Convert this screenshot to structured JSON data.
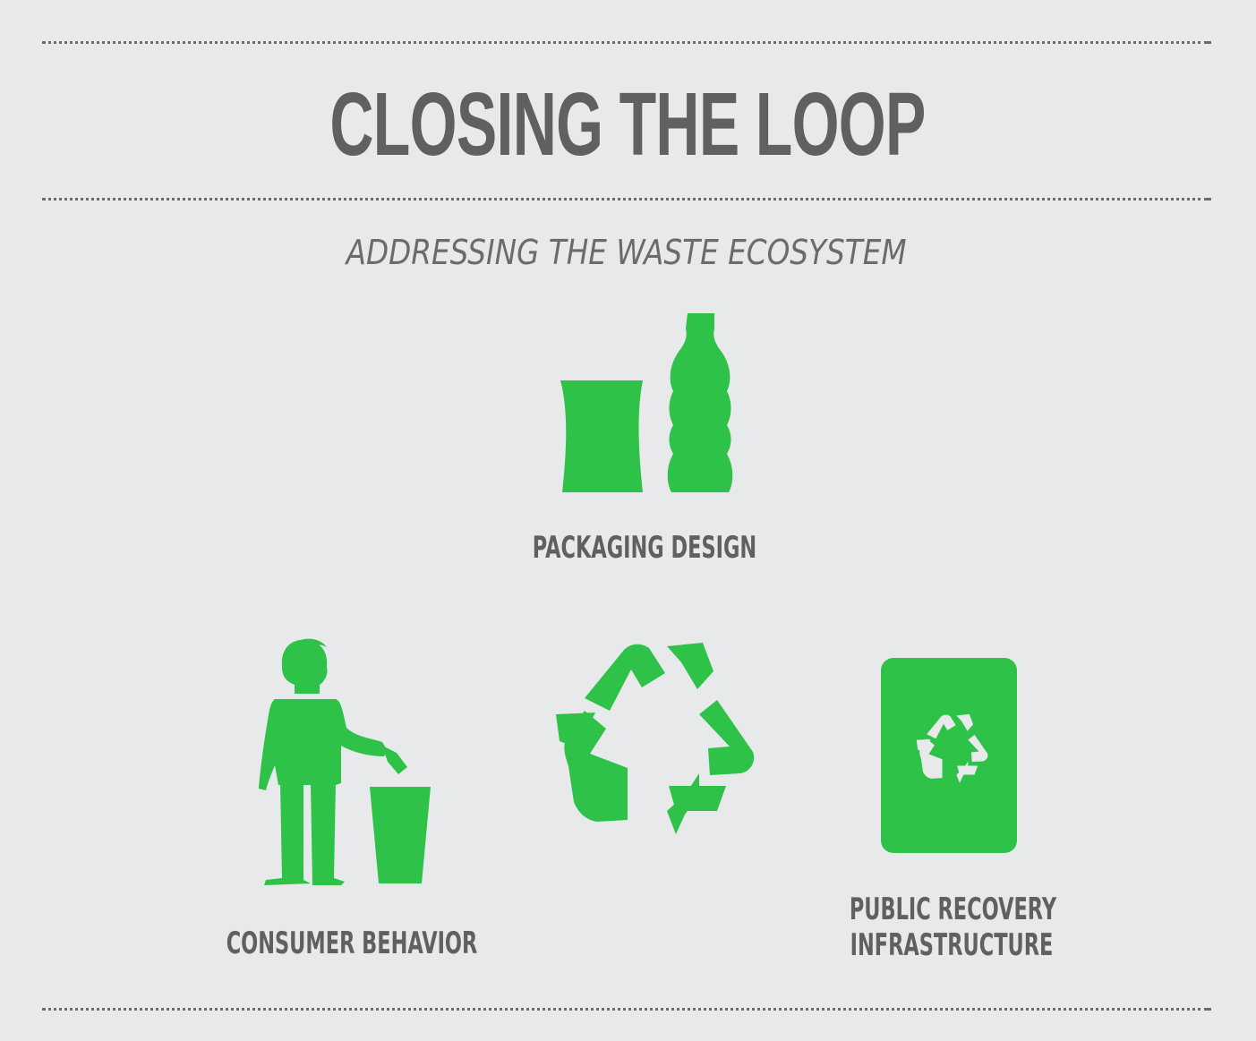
{
  "title": "CLOSING THE LOOP",
  "subtitle": "ADDRESSING THE WASTE ECOSYSTEM",
  "nodes": {
    "packaging": {
      "label": "PACKAGING DESIGN",
      "icon": "packaging-icon"
    },
    "consumer": {
      "label": "CONSUMER BEHAVIOR",
      "icon": "person-trash-icon"
    },
    "recycle": {
      "icon": "recycle-icon"
    },
    "public": {
      "label_line1": "PUBLIC RECOVERY",
      "label_line2": "INFRASTRUCTURE",
      "icon": "recycling-bin-icon"
    }
  },
  "colors": {
    "background": "#e8e9eb",
    "accent_green": "#2ec248",
    "text_gray": "#5f6062"
  }
}
